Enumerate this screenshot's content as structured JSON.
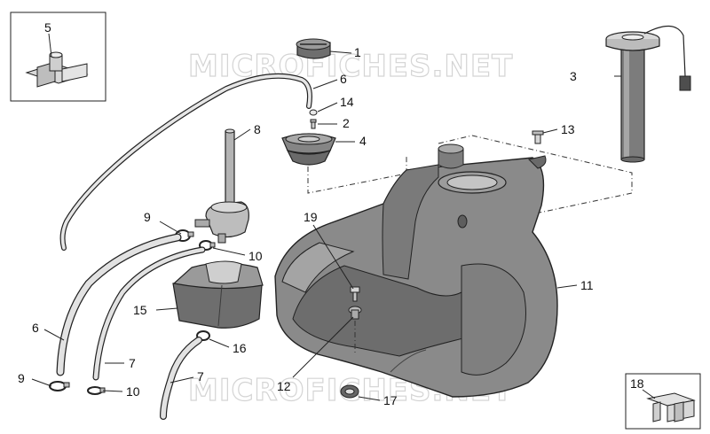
{
  "watermark": "MICROFICHES.NET",
  "colors": {
    "part_fill": "#888888",
    "part_light": "#b0b0b0",
    "part_dark": "#5e5e5e",
    "line": "#222222"
  },
  "callouts": {
    "c1": "1",
    "c2": "2",
    "c3": "3",
    "c4": "4",
    "c5": "5",
    "c6a": "6",
    "c6b": "6",
    "c7a": "7",
    "c7b": "7",
    "c8": "8",
    "c9a": "9",
    "c9b": "9",
    "c10a": "10",
    "c10b": "10",
    "c11": "11",
    "c12": "12",
    "c13": "13",
    "c14": "14",
    "c15": "15",
    "c16": "16",
    "c17": "17",
    "c18": "18",
    "c19": "19"
  }
}
